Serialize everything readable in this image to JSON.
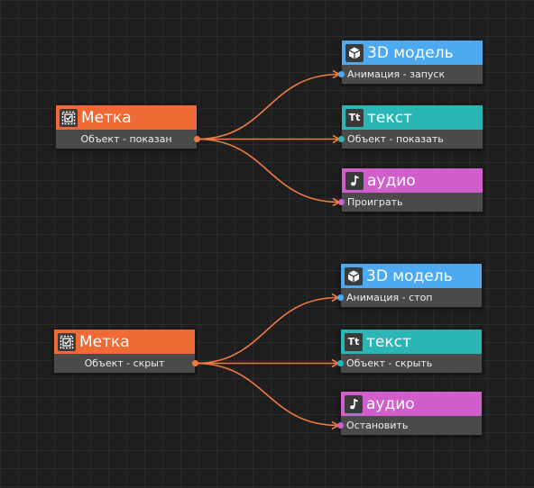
{
  "colors": {
    "label_header": "#f06a35",
    "model_header": "#4eaaf0",
    "text_header": "#2bb5b5",
    "audio_header": "#d05fcc",
    "wire": "#f07b42",
    "port_model": "#4eaaf0",
    "port_text": "#2bb5b5",
    "port_audio": "#d05fcc"
  },
  "groups": [
    {
      "source": {
        "title": "Метка",
        "icon": "label-frame-icon",
        "event": "Объект - показан"
      },
      "targets": [
        {
          "kind": "model",
          "title": "3D модель",
          "icon": "cube-icon",
          "action": "Анимация - запуск"
        },
        {
          "kind": "text",
          "title": "текст",
          "icon": "text-tt-icon",
          "action": "Объект - показать"
        },
        {
          "kind": "audio",
          "title": "аудио",
          "icon": "music-note-icon",
          "action": "Проиграть"
        }
      ]
    },
    {
      "source": {
        "title": "Метка",
        "icon": "label-frame-icon",
        "event": "Объект - скрыт"
      },
      "targets": [
        {
          "kind": "model",
          "title": "3D модель",
          "icon": "cube-icon",
          "action": "Анимация - стоп"
        },
        {
          "kind": "text",
          "title": "текст",
          "icon": "text-tt-icon",
          "action": "Объект - скрыть"
        },
        {
          "kind": "audio",
          "title": "аудио",
          "icon": "music-note-icon",
          "action": "Остановить"
        }
      ]
    }
  ]
}
